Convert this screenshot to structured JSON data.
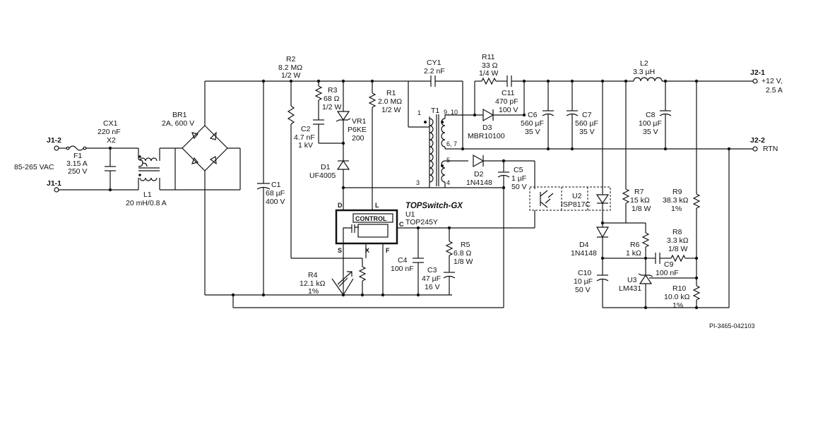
{
  "connectors": {
    "j1_2": "J1-2",
    "j1_1": "J1-1",
    "input_voltage": "85-265 VAC",
    "j2_1": "J2-1",
    "out_voltage": "+12 V,",
    "out_current": "2.5 A",
    "j2_2": "J2-2",
    "rtn": "RTN"
  },
  "components": {
    "f1": [
      "F1",
      "3.15 A",
      "250 V"
    ],
    "cx1": [
      "CX1",
      "220 nF",
      "X2"
    ],
    "l1": [
      "L1",
      "20 mH/0.8 A"
    ],
    "br1": [
      "BR1",
      "2A, 600 V"
    ],
    "c1": [
      "C1",
      "68 µF",
      "400 V"
    ],
    "r2": [
      "R2",
      "8.2 MΩ",
      "1/2 W"
    ],
    "r3": [
      "R3",
      "68 Ω",
      "1/2 W"
    ],
    "c2": [
      "C2",
      "4.7 nF",
      "1 kV"
    ],
    "vr1": [
      "VR1",
      "P6KE",
      "200"
    ],
    "d1": [
      "D1",
      "UF4005"
    ],
    "r1": [
      "R1",
      "2.0 MΩ",
      "1/2 W"
    ],
    "cy1": [
      "CY1",
      "2.2 nF"
    ],
    "t1": [
      "T1"
    ],
    "r11": [
      "R11",
      "33 Ω",
      "1/4 W"
    ],
    "c11": [
      "C11",
      "470 pF",
      "100 V"
    ],
    "d3": [
      "D3",
      "MBR10100"
    ],
    "c6": [
      "C6",
      "560 µF",
      "35 V"
    ],
    "c7": [
      "C7",
      "560 µF",
      "35 V"
    ],
    "l2": [
      "L2",
      "3.3 µH"
    ],
    "c8": [
      "C8",
      "100 µF",
      "35 V"
    ],
    "d2": [
      "D2",
      "1N4148"
    ],
    "c5": [
      "C5",
      "1 µF",
      "50 V"
    ],
    "u2": [
      "U2",
      "ISP817C"
    ],
    "r7": [
      "R7",
      "15 kΩ",
      "1/8 W"
    ],
    "r9": [
      "R9",
      "38.3 kΩ",
      "1%"
    ],
    "u1": [
      "TOPSwitch-GX",
      "U1",
      "TOP245Y"
    ],
    "control": "CONTROL",
    "r5": [
      "R5",
      "6.8 Ω",
      "1/8 W"
    ],
    "c4": [
      "C4",
      "100 nF"
    ],
    "c3": [
      "C3",
      "47 µF",
      "16 V"
    ],
    "r4": [
      "R4",
      "12.1 kΩ",
      "1%"
    ],
    "d4": [
      "D4",
      "1N4148"
    ],
    "r6": [
      "R6",
      "1 kΩ"
    ],
    "r8": [
      "R8",
      "3.3 kΩ",
      "1/8 W"
    ],
    "c9": [
      "C9",
      "100 nF"
    ],
    "c10": [
      "C10",
      "10 µF",
      "50 V"
    ],
    "u3": [
      "U3",
      "LM431"
    ],
    "r10": [
      "R10",
      "10.0 kΩ",
      "1%"
    ]
  },
  "pins": {
    "d": "D",
    "l": "L",
    "c": "C",
    "s": "S",
    "x": "X",
    "f": "F",
    "t1_1": "1",
    "t1_3": "3",
    "t1_9_10": "9, 10",
    "t1_6_7": "6, 7",
    "t1_5": "5",
    "t1_4": "4"
  },
  "footer": "PI-3465-042103"
}
